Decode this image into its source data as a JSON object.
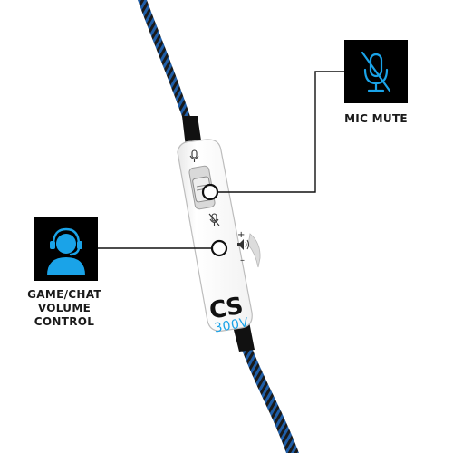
{
  "callouts": {
    "mic_mute": {
      "label": "MIC MUTE",
      "icon": "mic-muted-icon"
    },
    "game_chat": {
      "label": "GAME/CHAT VOLUME CONTROL",
      "lines": [
        "GAME/CHAT",
        "VOLUME",
        "CONTROL"
      ],
      "icon": "headset-user-icon"
    }
  },
  "controller": {
    "logo_main": "CS",
    "logo_sub": "300V",
    "volume_plus": "+",
    "volume_minus": "–"
  },
  "colors": {
    "accent": "#1aa3e8",
    "icon_bg": "#000000",
    "cable_dark": "#1a1a1a",
    "cable_weave": "#1f5ea8",
    "controller_body": "#ffffff",
    "callout_line": "#111111"
  }
}
